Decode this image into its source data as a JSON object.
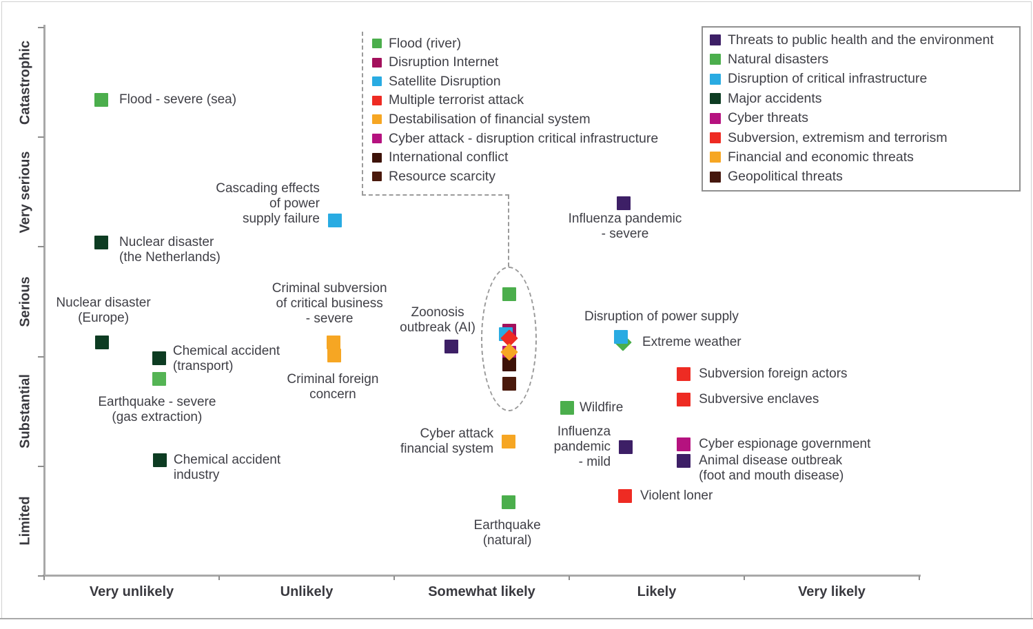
{
  "chart_data": {
    "type": "scatter",
    "description": "National risk matrix: likelihood (x) vs impact (y)",
    "x_categories": [
      "Very unlikely",
      "Unlikely",
      "Somewhat likely",
      "Likely",
      "Very likely"
    ],
    "y_categories_top_down": [
      "Catastrophic",
      "Very serious",
      "Serious",
      "Substantial",
      "Limited"
    ],
    "axis_color": "#a8a8a8",
    "text_color": "#3f3f46",
    "legend": [
      {
        "label": "Threats to public health and the environment",
        "color": "#3d1f66"
      },
      {
        "label": "Natural disasters",
        "color": "#4bae4c"
      },
      {
        "label": "Disruption of critical infrastructure",
        "color": "#29abe2"
      },
      {
        "label": "Major accidents",
        "color": "#0d3c22"
      },
      {
        "label": "Cyber threats",
        "color": "#b5127f"
      },
      {
        "label": "Subversion, extremism and terrorism",
        "color": "#ee2b23"
      },
      {
        "label": "Financial and economic threats",
        "color": "#f6a623"
      },
      {
        "label": "Geopolitical threats",
        "color": "#45170e"
      }
    ],
    "callout": {
      "note": "Cluster of overlapping points circled on the chart",
      "items": [
        {
          "label": "Flood (river)",
          "color": "#4bae4c"
        },
        {
          "label": "Disruption Internet",
          "color": "#a3105c"
        },
        {
          "label": "Satellite Disruption",
          "color": "#29abe2"
        },
        {
          "label": "Multiple terrorist attack",
          "color": "#ee2b23"
        },
        {
          "label": "Destabilisation of financial system",
          "color": "#f6a623"
        },
        {
          "label": "Cyber attack - disruption critical infrastructure",
          "color": "#b5127f"
        },
        {
          "label": "International conflict",
          "color": "#3d1208"
        },
        {
          "label": "Resource scarcity",
          "color": "#4a190c"
        }
      ]
    },
    "points": [
      {
        "id": "flood-severe-sea",
        "text": "Flood - severe (sea)",
        "series": "Natural disasters",
        "color": "#4bae4c",
        "shape": "square",
        "x": 0.327,
        "y": 4.34,
        "likelihood": "Very unlikely",
        "impact": "Catastrophic",
        "label": {
          "side": "right",
          "gap": 26,
          "dy": 0
        }
      },
      {
        "id": "cascading-effects-power-supply-failure",
        "text": "Cascading effects\nof power\nsupply failure",
        "series": "Disruption of critical infrastructure",
        "color": "#29abe2",
        "shape": "square",
        "x": 1.661,
        "y": 3.241,
        "likelihood": "Unlikely",
        "impact": "Very serious",
        "label": {
          "side": "left",
          "gap": 22,
          "dy": -24
        }
      },
      {
        "id": "nuclear-disaster-netherlands",
        "text": "Nuclear disaster\n(the Netherlands)",
        "series": "Major accidents",
        "color": "#0d3c22",
        "shape": "square",
        "x": 0.327,
        "y": 3.04,
        "likelihood": "Very unlikely",
        "impact": "Very serious",
        "label": {
          "side": "right",
          "gap": 26,
          "dy": 11
        }
      },
      {
        "id": "influenza-pandemic-severe",
        "text": "Influenza pandemic\n- severe",
        "series": "Threats to public health and the environment",
        "color": "#3d1f66",
        "shape": "square",
        "x": 3.311,
        "y": 3.398,
        "likelihood": "Likely",
        "impact": "Very serious",
        "label": {
          "side": "center",
          "dx": 2,
          "dy": 34
        }
      },
      {
        "id": "nuclear-disaster-europe",
        "text": "Nuclear disaster\n(Europe)",
        "series": "Major accidents",
        "color": "#0d3c22",
        "shape": "square",
        "x": 0.331,
        "y": 2.129,
        "likelihood": "Very unlikely",
        "impact": "Serious",
        "label": {
          "side": "center",
          "dx": 2,
          "dy": -46
        }
      },
      {
        "id": "chemical-accident-transport",
        "text": "Chemical accident\n(transport)",
        "series": "Major accidents",
        "color": "#0d3c22",
        "shape": "square",
        "x": 0.657,
        "y": 1.985,
        "likelihood": "Very unlikely",
        "impact": "Serious",
        "label": {
          "side": "right",
          "gap": 20,
          "dy": 1
        }
      },
      {
        "id": "earthquake-severe-gas-extraction",
        "text": "Earthquake - severe\n(gas extraction)",
        "series": "Natural disasters",
        "color": "#54b454",
        "shape": "square",
        "x": 0.657,
        "y": 1.796,
        "likelihood": "Very unlikely",
        "impact": "Substantial",
        "label": {
          "side": "center",
          "dx": -3,
          "dy": 45
        }
      },
      {
        "id": "chemical-accident-industry",
        "text": "Chemical accident\nindustry",
        "series": "Major accidents",
        "color": "#0d3c22",
        "shape": "square",
        "x": 0.661,
        "y": 1.055,
        "likelihood": "Very unlikely",
        "impact": "Substantial",
        "label": {
          "side": "right",
          "gap": 20,
          "dy": 11
        }
      },
      {
        "id": "criminal-subversion-critical-business-severe",
        "text": "Criminal subversion\nof critical business\n- severe",
        "series": "Financial and economic threats",
        "color": "#f6a623",
        "shape": "square",
        "x": 1.654,
        "y": 2.129,
        "likelihood": "Unlikely",
        "impact": "Serious",
        "label": {
          "side": "center",
          "dx": -6,
          "dy": -56
        }
      },
      {
        "id": "criminal-foreign-concern",
        "text": "Criminal foreign\nconcern",
        "series": "Financial and economic threats",
        "color": "#f6a623",
        "shape": "square",
        "x": 1.657,
        "y": 2.01,
        "likelihood": "Unlikely",
        "impact": "Serious",
        "label": {
          "side": "center",
          "dx": -2,
          "dy": 46
        }
      },
      {
        "id": "zoonosis-outbreak-ai",
        "text": "Zoonosis\noutbreak (AI)",
        "series": "Threats to public health and the environment",
        "color": "#3d1f66",
        "shape": "square",
        "x": 2.327,
        "y": 2.092,
        "likelihood": "Somewhat likely",
        "impact": "Serious",
        "label": {
          "side": "center",
          "dx": -20,
          "dy": -38
        }
      },
      {
        "id": "flood-river",
        "text": null,
        "series": "Natural disasters",
        "color": "#4bae4c",
        "shape": "square",
        "x": 2.657,
        "y": 2.569,
        "likelihood": "Somewhat likely",
        "impact": "Serious",
        "z": 1
      },
      {
        "id": "disruption-internet",
        "text": null,
        "series": "Cyber threats",
        "color": "#a3105c",
        "shape": "square",
        "x": 2.657,
        "y": 2.236,
        "likelihood": "Somewhat likely",
        "impact": "Serious",
        "z": 1
      },
      {
        "id": "satellite-disruption",
        "text": null,
        "series": "Disruption of critical infrastructure",
        "color": "#29abe2",
        "shape": "square",
        "x": 2.638,
        "y": 2.205,
        "likelihood": "Somewhat likely",
        "impact": "Serious",
        "z": 2
      },
      {
        "id": "multiple-terrorist-attack",
        "text": null,
        "series": "Subversion, extremism and terrorism",
        "color": "#ee2b23",
        "shape": "diamond",
        "x": 2.657,
        "y": 2.167,
        "likelihood": "Somewhat likely",
        "impact": "Serious",
        "z": 5
      },
      {
        "id": "destabilisation-financial-system",
        "text": null,
        "series": "Financial and economic threats",
        "color": "#f6a623",
        "shape": "diamond",
        "x": 2.657,
        "y": 2.041,
        "likelihood": "Somewhat likely",
        "impact": "Serious",
        "z": 6
      },
      {
        "id": "cyber-attack-disruption-critical-infrastructure",
        "text": null,
        "series": "Cyber threats",
        "color": "#b5127f",
        "shape": "square",
        "x": 2.657,
        "y": 2.035,
        "likelihood": "Somewhat likely",
        "impact": "Serious",
        "z": 3
      },
      {
        "id": "international-conflict",
        "text": null,
        "series": "Geopolitical threats",
        "color": "#3d1208",
        "shape": "square",
        "x": 2.657,
        "y": 1.929,
        "likelihood": "Somewhat likely",
        "impact": "Serious",
        "z": 4
      },
      {
        "id": "resource-scarcity",
        "text": null,
        "series": "Geopolitical threats",
        "color": "#4a190c",
        "shape": "square",
        "x": 2.657,
        "y": 1.753,
        "likelihood": "Somewhat likely",
        "impact": "Substantial",
        "z": 1
      },
      {
        "id": "disruption-of-power-supply",
        "text": "Disruption of power supply",
        "series": "Disruption of critical infrastructure",
        "color": "#29abe2",
        "shape": "square",
        "x": 3.295,
        "y": 2.18,
        "likelihood": "Likely",
        "impact": "Serious",
        "z": 2,
        "label": {
          "side": "center",
          "dx": 59,
          "dy": -29
        }
      },
      {
        "id": "extreme-weather",
        "text": "Extreme weather",
        "series": "Natural disasters",
        "color": "#4bae4c",
        "shape": "diamond",
        "x": 3.307,
        "y": 2.129,
        "likelihood": "Likely",
        "impact": "Serious",
        "z": 1,
        "label": {
          "side": "right",
          "gap": 28,
          "dy": 0
        }
      },
      {
        "id": "subversion-foreign-actors",
        "text": "Subversion foreign actors",
        "series": "Subversion, extremism and terrorism",
        "color": "#ee2b23",
        "shape": "square",
        "x": 3.654,
        "y": 1.84,
        "likelihood": "Likely",
        "impact": "Substantial",
        "label": {
          "side": "right",
          "gap": 22,
          "dy": 0
        }
      },
      {
        "id": "subversive-enclaves",
        "text": "Subversive enclaves",
        "series": "Subversion, extremism and terrorism",
        "color": "#ee2b23",
        "shape": "square",
        "x": 3.654,
        "y": 1.608,
        "likelihood": "Likely",
        "impact": "Substantial",
        "label": {
          "side": "right",
          "gap": 22,
          "dy": 0
        }
      },
      {
        "id": "wildfire",
        "text": "Wildfire",
        "series": "Natural disasters",
        "color": "#4bae4c",
        "shape": "square",
        "x": 2.988,
        "y": 1.533,
        "likelihood": "Somewhat likely",
        "impact": "Substantial",
        "label": {
          "side": "right",
          "gap": 18,
          "dy": 0
        }
      },
      {
        "id": "cyber-attack-financial-system",
        "text": "Cyber attack\nfinancial system",
        "series": "Financial and economic threats",
        "color": "#f6a623",
        "shape": "square",
        "x": 2.654,
        "y": 1.225,
        "likelihood": "Somewhat likely",
        "impact": "Substantial",
        "label": {
          "side": "left",
          "gap": 22,
          "dy": 0
        }
      },
      {
        "id": "influenza-pandemic-mild",
        "text": "Influenza\npandemic\n- mild",
        "series": "Threats to public health and the environment",
        "color": "#3d1f66",
        "shape": "square",
        "x": 3.323,
        "y": 1.174,
        "likelihood": "Likely",
        "impact": "Substantial",
        "label": {
          "side": "left",
          "gap": 22,
          "dy": 0
        }
      },
      {
        "id": "cyber-espionage-government",
        "text": "Cyber espionage government",
        "series": "Cyber threats",
        "color": "#b5127f",
        "shape": "square",
        "x": 3.654,
        "y": 1.2,
        "likelihood": "Likely",
        "impact": "Substantial",
        "label": {
          "side": "right",
          "gap": 22,
          "dy": 0
        }
      },
      {
        "id": "animal-disease-outbreak",
        "text": "Animal disease outbreak\n(foot and mouth disease)",
        "series": "Threats to public health and the environment",
        "color": "#3d1f66",
        "shape": "square",
        "x": 3.654,
        "y": 1.049,
        "likelihood": "Likely",
        "impact": "Substantial",
        "label": {
          "side": "right",
          "gap": 22,
          "dy": 11
        }
      },
      {
        "id": "violent-loner",
        "text": "Violent loner",
        "series": "Subversion, extremism and terrorism",
        "color": "#ee2b23",
        "shape": "square",
        "x": 3.319,
        "y": 0.729,
        "likelihood": "Likely",
        "impact": "Limited",
        "label": {
          "side": "right",
          "gap": 22,
          "dy": 0
        }
      },
      {
        "id": "earthquake-natural",
        "text": "Earthquake\n(natural)",
        "series": "Natural disasters",
        "color": "#4bae4c",
        "shape": "square",
        "x": 2.654,
        "y": 0.672,
        "likelihood": "Somewhat likely",
        "impact": "Limited",
        "label": {
          "side": "center",
          "dx": -2,
          "dy": 45
        }
      }
    ]
  }
}
